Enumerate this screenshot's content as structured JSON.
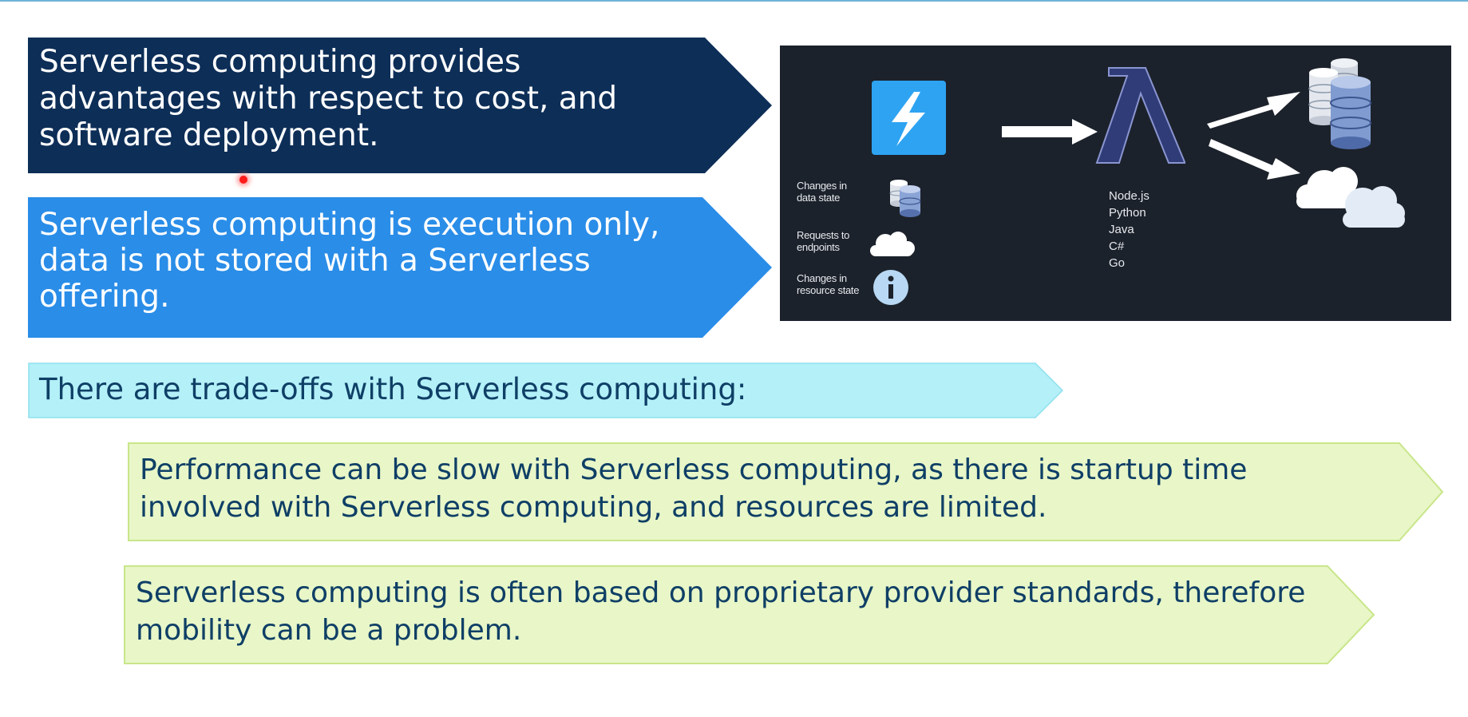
{
  "bullets": {
    "cost": "Serverless computing provides advantages with respect to cost, and software deployment.",
    "execution": "Serverless computing is execution only, data is not stored with a Serverless offering.",
    "tradeoffs": "There are trade-offs with Serverless computing:",
    "performance": "Performance can be slow with Serverless computing, as there is startup time involved with Serverless computing, and resources are limited.",
    "mobility": "Serverless computing is often based on proprietary provider standards, therefore mobility can be a problem."
  },
  "diagram": {
    "triggers": [
      {
        "label": "Changes in data state",
        "icon": "database-icon"
      },
      {
        "label": "Requests to endpoints",
        "icon": "cloud-icon"
      },
      {
        "label": "Changes in resource state",
        "icon": "info-icon"
      }
    ],
    "languages": [
      "Node.js",
      "Python",
      "Java",
      "C#",
      "Go"
    ],
    "icons": [
      "lightning-icon",
      "lambda-icon",
      "database-stack-icon",
      "cloud-icon"
    ]
  },
  "colors": {
    "dark_navy": "#0d2e57",
    "bright_blue": "#2a8de8",
    "light_cyan": "#b3f0f8",
    "light_lime": "#e8f6c8",
    "diagram_bg": "#1c222b",
    "function_blue": "#2ea3f2"
  }
}
